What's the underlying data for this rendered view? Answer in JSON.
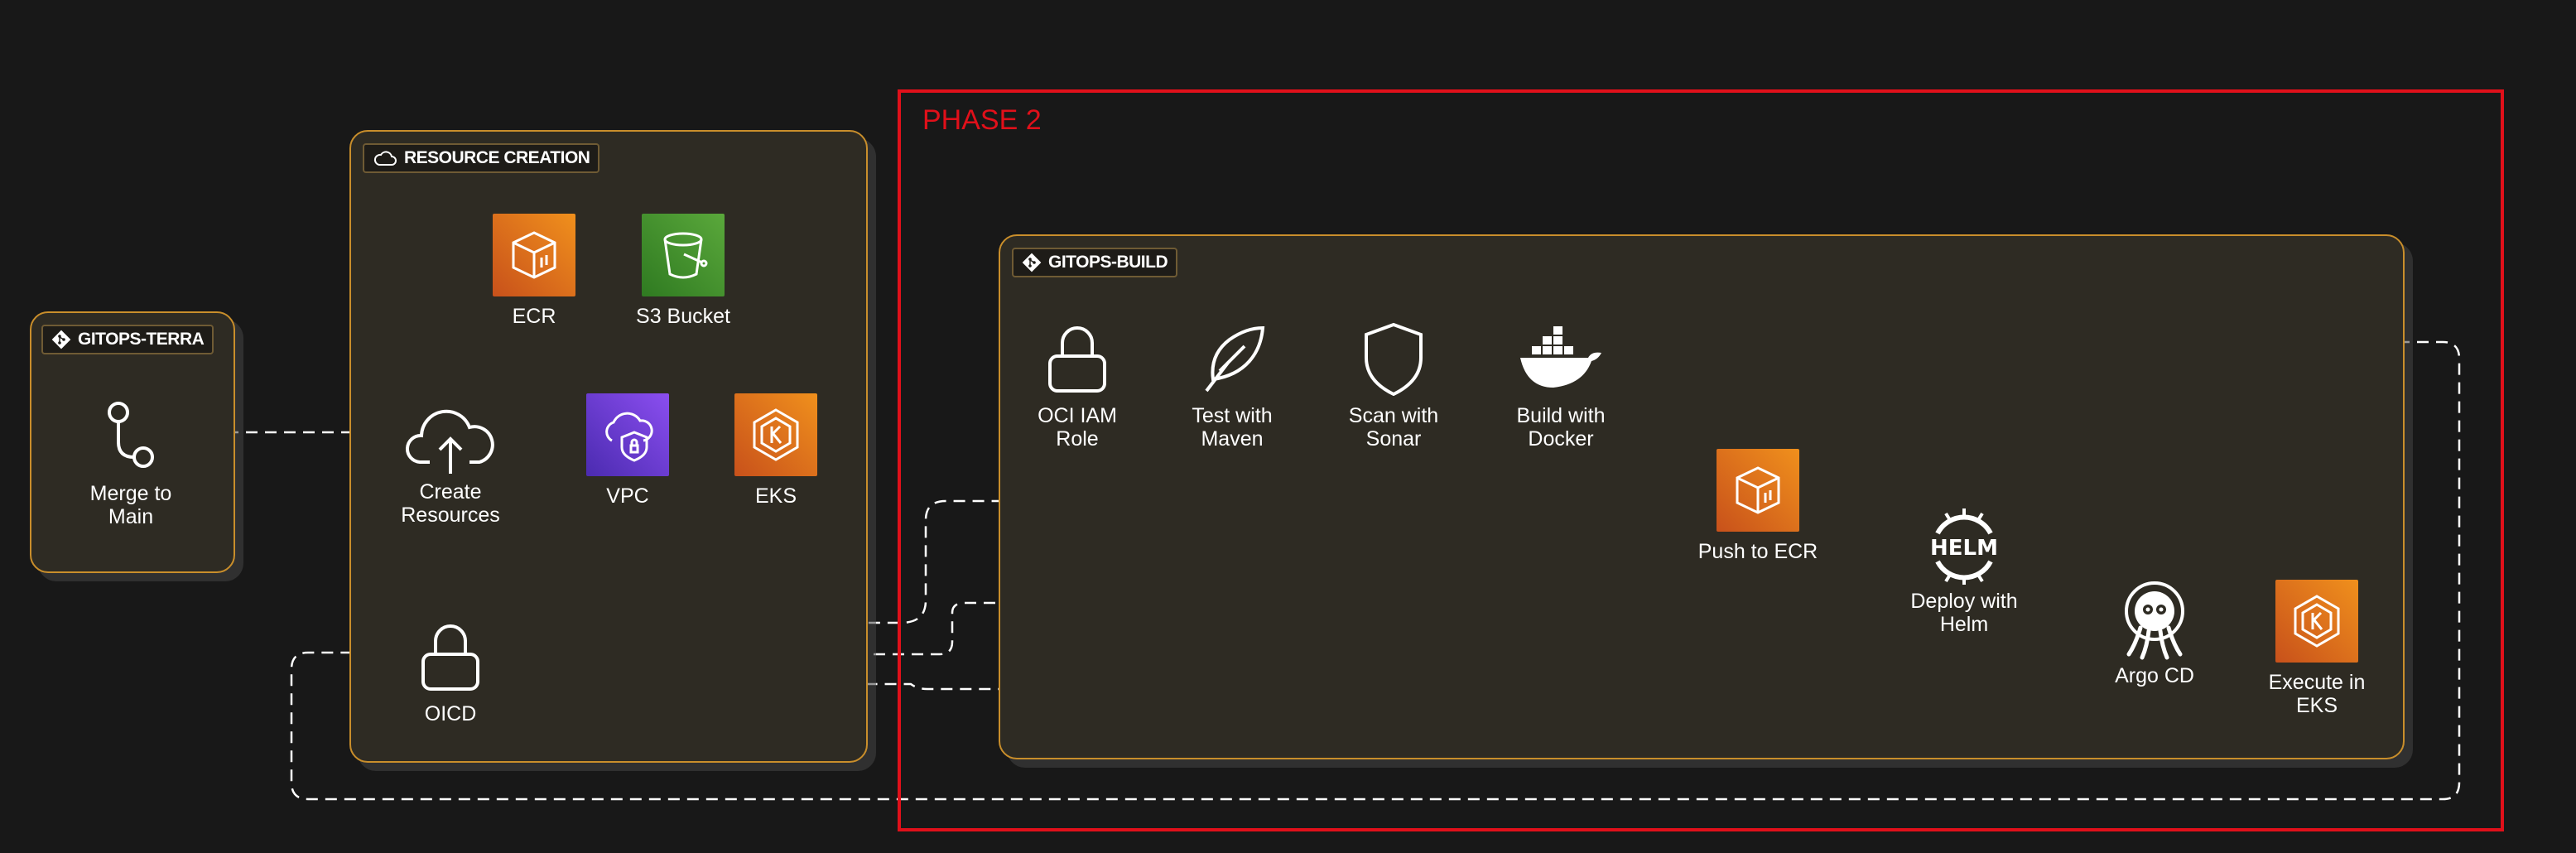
{
  "phase": {
    "label": "PHASE 2",
    "color": "#e0101a"
  },
  "groups": {
    "gitops_terra": {
      "title": "GITOPS-TERRA",
      "icon": "git-icon"
    },
    "resource_creation": {
      "title": "RESOURCE CREATION",
      "icon": "cloud-icon"
    },
    "gitops_build": {
      "title": "GITOPS-BUILD",
      "icon": "git-icon"
    }
  },
  "nodes": {
    "merge": {
      "label": "Merge to\nMain",
      "icon": "git-branch-icon"
    },
    "create": {
      "label": "Create\nResources",
      "icon": "cloud-upload-icon"
    },
    "ecr": {
      "label": "ECR",
      "icon": "ecr-icon"
    },
    "s3": {
      "label": "S3 Bucket",
      "icon": "s3-bucket-icon"
    },
    "vpc": {
      "label": "VPC",
      "icon": "vpc-icon"
    },
    "eks": {
      "label": "EKS",
      "icon": "eks-icon"
    },
    "oicd": {
      "label": "OICD",
      "icon": "lock-icon"
    },
    "iam": {
      "label": "OCI IAM\nRole",
      "icon": "lock-icon"
    },
    "maven": {
      "label": "Test with\nMaven",
      "icon": "feather-icon"
    },
    "sonar": {
      "label": "Scan with\nSonar",
      "icon": "shield-icon"
    },
    "docker": {
      "label": "Build with\nDocker",
      "icon": "docker-icon"
    },
    "push_ecr": {
      "label": "Push to ECR",
      "icon": "ecr-icon"
    },
    "helm": {
      "label": "Deploy with\nHelm",
      "icon": "helm-icon",
      "logo_text": "HELM"
    },
    "argo": {
      "label": "Argo CD",
      "icon": "argo-icon"
    },
    "exec_eks": {
      "label": "Execute in\nEKS",
      "icon": "eks-icon"
    }
  },
  "colors": {
    "background": "#181818",
    "group_fill": "#2e2b23",
    "group_border": "#c98e2b",
    "connector": "#ffffff",
    "aws_orange": "#f0901c",
    "aws_green": "#5aa83b",
    "aws_purple": "#8b4ef0"
  }
}
